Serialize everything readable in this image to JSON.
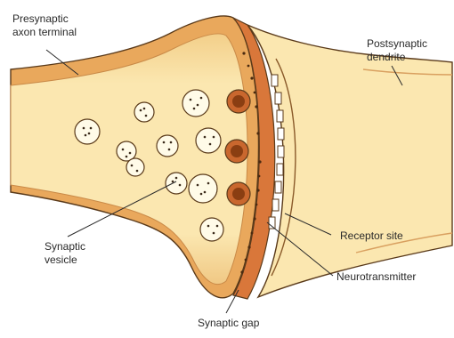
{
  "labels": {
    "presynaptic": {
      "line1": "Presynaptic",
      "line2": "axon terminal"
    },
    "postsynaptic": {
      "line1": "Postsynaptic",
      "line2": "dendrite"
    },
    "vesicle": {
      "line1": "Synaptic",
      "line2": "vesicle"
    },
    "receptor": "Receptor site",
    "neurotransmitter": "Neurotransmitter",
    "gap": "Synaptic gap"
  },
  "colors": {
    "cytoplasm": "#fbe7b0",
    "membrane": "#e8a25a",
    "membrane_dark": "#b9652c",
    "cleft": "#d9773a",
    "vesicle_fill": "#fffbe8",
    "dots": "#3a2a1a",
    "outline": "#5a3a1a"
  }
}
